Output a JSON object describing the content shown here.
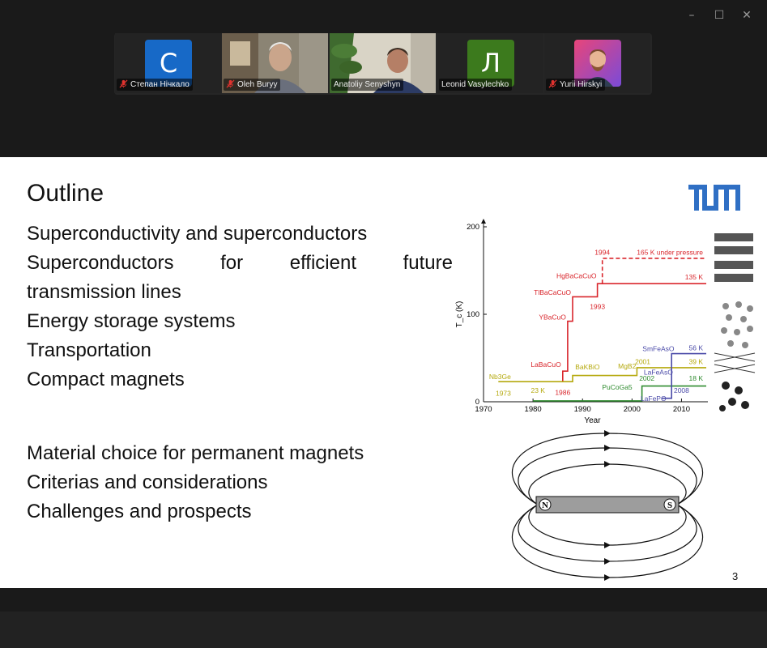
{
  "window": {
    "controls": {
      "minimize": "–",
      "maximize": "☐",
      "close": "✕"
    }
  },
  "participants": [
    {
      "name": "Степан Нічкало",
      "initial": "С",
      "color": "#1769c7",
      "muted": true,
      "video": false
    },
    {
      "name": "Oleh Buryy",
      "muted": true,
      "video": true
    },
    {
      "name": "Anatoliy Senyshyn",
      "muted": false,
      "video": true,
      "speaking": true
    },
    {
      "name": "Leonid Vasylechko",
      "initial": "Л",
      "color": "#3c7a1d",
      "muted": false,
      "video": false
    },
    {
      "name": "Yurii Hirskyi",
      "muted": true,
      "video": true
    }
  ],
  "slide": {
    "title": "Outline",
    "bullets_group1": [
      "Superconductivity and superconductors",
      [
        "Superconductors",
        "for",
        "efficient",
        "future"
      ],
      "transmission lines",
      "Energy storage systems",
      "Transportation",
      "Compact magnets"
    ],
    "bullets_group2": [
      "Material choice for permanent magnets",
      "Criterias and considerations",
      "Challenges and prospects"
    ],
    "page_number": "3",
    "magnet_labels": {
      "north": "N",
      "south": "S"
    }
  },
  "chart_data": {
    "type": "line",
    "xlabel": "Year",
    "ylabel": "T_c (K)",
    "xlim": [
      1970,
      2015
    ],
    "ylim": [
      0,
      200
    ],
    "x_ticks": [
      "1970",
      "1980",
      "1990",
      "2000",
      "2010"
    ],
    "y_ticks": [
      "0",
      "100",
      "200"
    ],
    "series": [
      {
        "color": "#d9262c",
        "points": [
          [
            1986,
            23
          ],
          [
            1986,
            35
          ],
          [
            1987,
            35
          ],
          [
            1987,
            92
          ],
          [
            1988,
            92
          ],
          [
            1988,
            120
          ],
          [
            1993,
            120
          ],
          [
            1993,
            133
          ],
          [
            1993,
            135
          ],
          [
            2015,
            135
          ]
        ],
        "labels": [
          "LaBaCuO",
          "YBaCuO",
          "TlBaCaCuO",
          "HgBaCaCuO",
          "1986",
          "1993",
          "135 K"
        ]
      },
      {
        "color": "#d9262c",
        "dashed": true,
        "points": [
          [
            1994,
            135
          ],
          [
            1994,
            164
          ],
          [
            2015,
            164
          ]
        ],
        "labels": [
          "1994",
          "165 K under pressure"
        ]
      },
      {
        "color": "#b5a90d",
        "points": [
          [
            1973,
            23
          ],
          [
            1988,
            23
          ],
          [
            1988,
            30
          ],
          [
            2001,
            30
          ],
          [
            2001,
            39
          ],
          [
            2015,
            39
          ]
        ],
        "labels": [
          "Nb3Ge",
          "1973",
          "23 K",
          "BaKBiO",
          "MgB2",
          "2001",
          "39 K"
        ]
      },
      {
        "color": "#2e8b2e",
        "points": [
          [
            1980,
            1
          ],
          [
            2002,
            1
          ],
          [
            2002,
            18
          ],
          [
            2015,
            18
          ]
        ],
        "labels": [
          "PuCoGa5",
          "2002",
          "18 K"
        ]
      },
      {
        "color": "#4a4aa8",
        "points": [
          [
            2006,
            4
          ],
          [
            2008,
            4
          ],
          [
            2008,
            26
          ],
          [
            2008,
            43
          ],
          [
            2008,
            55
          ],
          [
            2015,
            55
          ]
        ],
        "labels": [
          "LaFePO",
          "2008",
          "LaFeAsO",
          "SmFeAsO",
          "56 K"
        ]
      }
    ]
  }
}
